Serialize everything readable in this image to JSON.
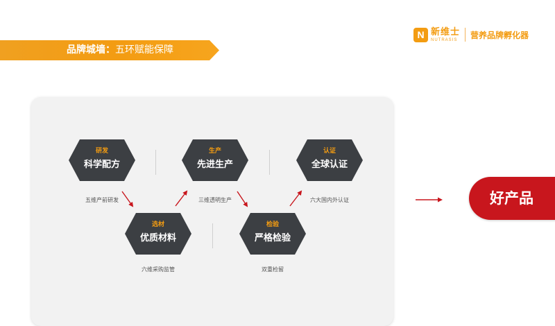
{
  "header": {
    "title_bold": "品牌城墙：",
    "title_rest": "五环赋能保障"
  },
  "brand": {
    "logo_letter": "N",
    "name_cn": "新维士",
    "name_en": "NUTRASIS",
    "tagline": "营养品牌孵化器",
    "color": "#f39c12"
  },
  "steps": [
    {
      "tag": "研发",
      "title": "科学配方",
      "caption": "五维产前研发"
    },
    {
      "tag": "选材",
      "title": "优质材料",
      "caption": "六维采购监管"
    },
    {
      "tag": "生产",
      "title": "先进生产",
      "caption": "三维透明生产"
    },
    {
      "tag": "检验",
      "title": "严格检验",
      "caption": "双重检留"
    },
    {
      "tag": "认证",
      "title": "全球认证",
      "caption": "六大国内外认证"
    }
  ],
  "result": {
    "label": "好产品",
    "color": "#c8161d"
  },
  "colors": {
    "accent": "#f39c12",
    "hexagon": "#3c3f43",
    "arrow": "#c8161d"
  }
}
